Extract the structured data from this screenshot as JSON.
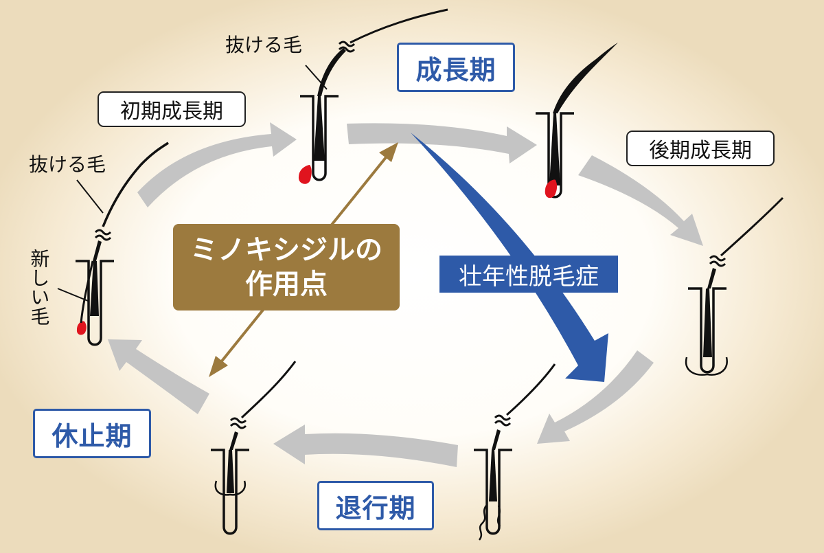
{
  "stages": {
    "anagen": "成長期",
    "early_anagen": "初期成長期",
    "late_anagen": "後期成長期",
    "catagen": "退行期",
    "telogen": "休止期"
  },
  "annotations": {
    "shedding_hair_top": "抜ける毛",
    "shedding_hair_left": "抜ける毛",
    "new_hair": "新しい毛"
  },
  "minoxidil": {
    "line1": "ミノキシジルの",
    "line2": "作用点"
  },
  "aga_label": "壮年性脱毛症",
  "colors": {
    "stage_border": "#2e5aa8",
    "minoxidil_box": "#9c7a3e",
    "aga_arrow": "#2e5aa8",
    "cycle_arrow": "#c4c4c4",
    "hair_bulb": "#e0141e",
    "background_edge": "#ecdcbc"
  },
  "icons": [
    "hair-follicle-icon",
    "hair-break-icon",
    "double-headed-arrow-icon",
    "cycle-arrow-icon"
  ]
}
